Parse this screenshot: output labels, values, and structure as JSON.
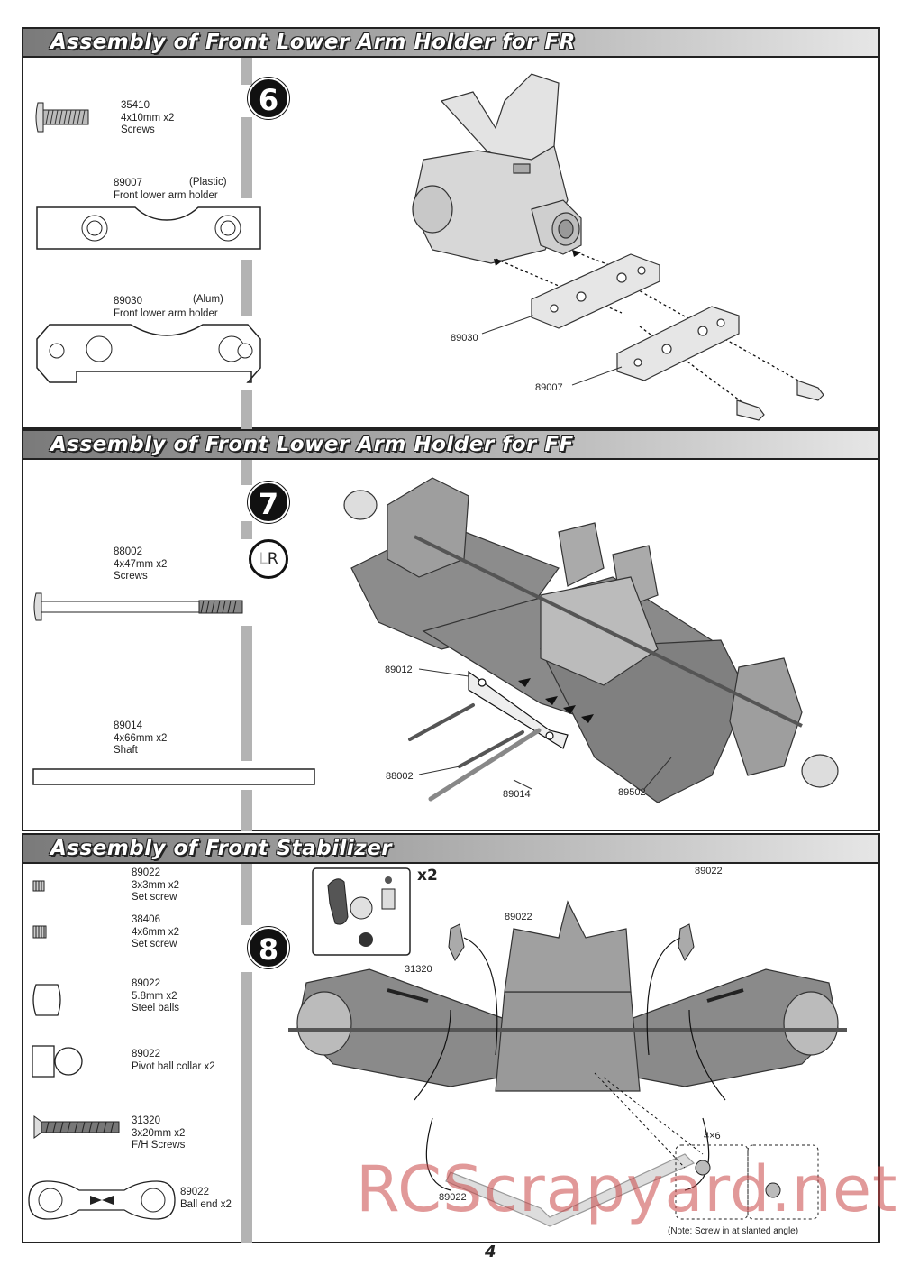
{
  "sections": [
    {
      "title": "Assembly of Front Lower Arm Holder for FR",
      "step": "6",
      "parts": [
        {
          "code": "35410",
          "size": "4x10mm x2",
          "name": "Screws"
        },
        {
          "code": "89007",
          "note": "(Plastic)",
          "name": "Front lower arm holder"
        },
        {
          "code": "89030",
          "note": "(Alum)",
          "name": "Front lower arm holder"
        }
      ],
      "callouts": [
        "89030",
        "89007"
      ]
    },
    {
      "title": "Assembly of Front Lower Arm Holder  for FF",
      "step": "7",
      "lr_icon": "lr-icon",
      "lr_left": "L",
      "lr_right": "R",
      "parts": [
        {
          "code": "88002",
          "size": "4x47mm x2",
          "name": "Screws"
        },
        {
          "code": "89014",
          "size": "4x66mm x2",
          "name": "Shaft"
        }
      ],
      "callouts": [
        "89012",
        "88002",
        "89014",
        "89502"
      ]
    },
    {
      "title": "Assembly of Front Stabilizer",
      "step": "8",
      "parts": [
        {
          "code": "89022",
          "size": "3x3mm x2",
          "name": "Set screw"
        },
        {
          "code": "38406",
          "size": "4x6mm x2",
          "name": "Set screw"
        },
        {
          "code": "89022",
          "size": "5.8mm x2",
          "name": "Steel balls"
        },
        {
          "code": "89022",
          "name": "Pivot ball collar x2"
        },
        {
          "code": "31320",
          "size": "3x20mm x2",
          "name": "F/H Screws"
        },
        {
          "code": "89022",
          "name": "Ball end x2"
        }
      ],
      "callouts": [
        "89022",
        "89022",
        "31320",
        "89022",
        "4×6"
      ],
      "inset_count": "x2",
      "note": "(Note: Screw in at slanted angle)"
    }
  ],
  "watermark": "RCScrapyard.net",
  "page_number": "4"
}
